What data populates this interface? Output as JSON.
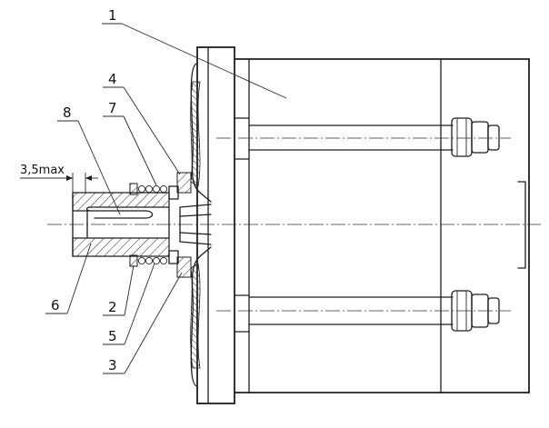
{
  "labels": {
    "l1": "1",
    "l2": "2",
    "l3": "3",
    "l4": "4",
    "l5": "5",
    "l6": "6",
    "l7": "7",
    "l8": "8"
  },
  "dimension": "3,5max"
}
